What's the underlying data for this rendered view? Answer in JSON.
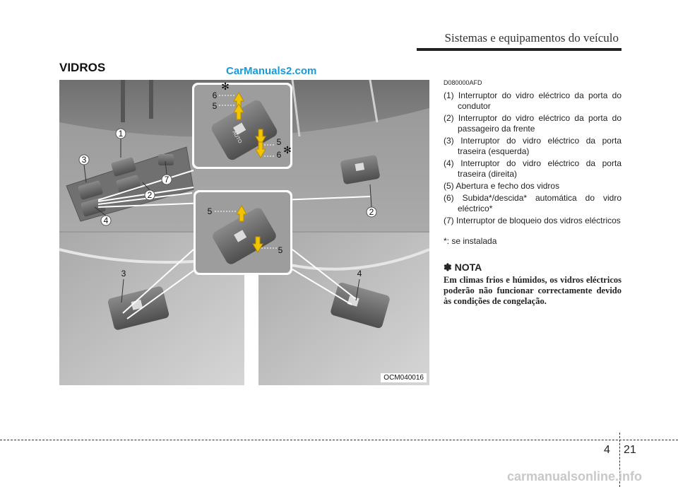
{
  "header": {
    "chapter_title": "Sistemas e equipamentos do veículo"
  },
  "section": {
    "title": "VIDROS"
  },
  "watermark_top": "CarManuals2.com",
  "figure": {
    "code": "OCM040016",
    "callouts": [
      "1",
      "2",
      "3",
      "4",
      "7",
      "6",
      "5",
      "5",
      "6",
      "5",
      "5",
      "2",
      "3",
      "4"
    ],
    "auto_label": "AUTO",
    "asterisk": "✻"
  },
  "doc_code": "D080000AFD",
  "items": [
    "(1) Interruptor do vidro eléctrico da porta do condutor",
    "(2) Interruptor do vidro eléctrico da porta do passageiro da frente",
    "(3) Interruptor do vidro eléctrico da porta traseira (esquerda)",
    "(4) Interruptor do vidro eléctrico da porta traseira (direita)",
    "(5) Abertura e fecho dos vidros",
    "(6) Subida*/descida* automática do vidro eléctrico*",
    "(7) Interruptor de bloqueio dos vidros eléctricos"
  ],
  "footnote": "*: se instalada",
  "note": {
    "title": "✽ NOTA",
    "body": "Em climas frios e húmidos, os vidros eléctricos poderão não funcionar correctamente devido às condições de congelação."
  },
  "footer": {
    "chapter": "4",
    "page": "21"
  },
  "watermark_bottom": "carmanualsonline.info",
  "colors": {
    "arrow": "#f2c500",
    "panel": "#8d8d8d",
    "switch": "#6a6a6a"
  }
}
